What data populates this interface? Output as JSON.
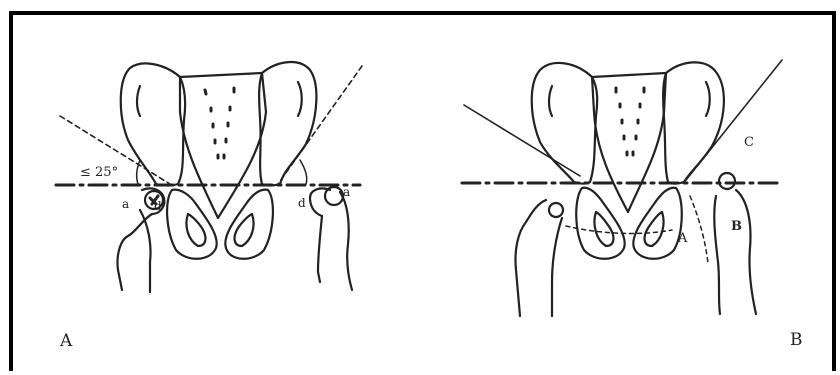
{
  "figure": {
    "panels": [
      {
        "panel_label": "A",
        "angle_label": "≤ 25°",
        "point_labels": [
          "a",
          "d",
          "d",
          "a"
        ]
      },
      {
        "panel_label": "B",
        "point_labels": [
          "A",
          "B",
          "C"
        ]
      }
    ]
  }
}
